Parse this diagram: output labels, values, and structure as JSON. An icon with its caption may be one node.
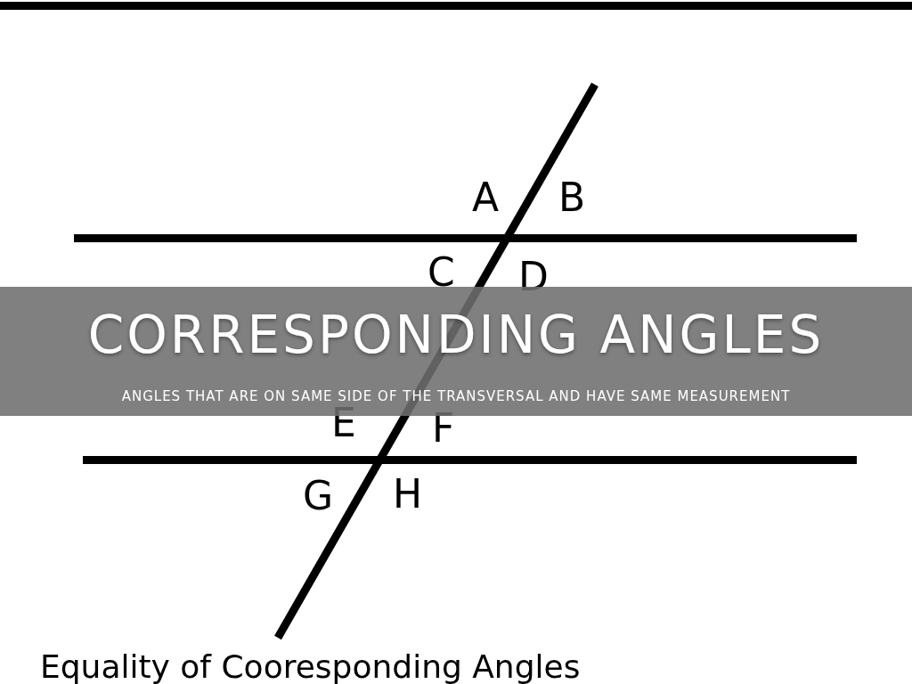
{
  "diagram": {
    "title": "CORRESPONDING ANGLES",
    "caption": "Equality of Cooresponding Angles",
    "labels": [
      "A",
      "B",
      "C",
      "D",
      "E",
      "F",
      "G",
      "H",
      "ANGLES THAT ARE ON SAME SIDE OF THE TRANSVERSAL AND HAVE SAME MEASUREMENT"
    ]
  }
}
